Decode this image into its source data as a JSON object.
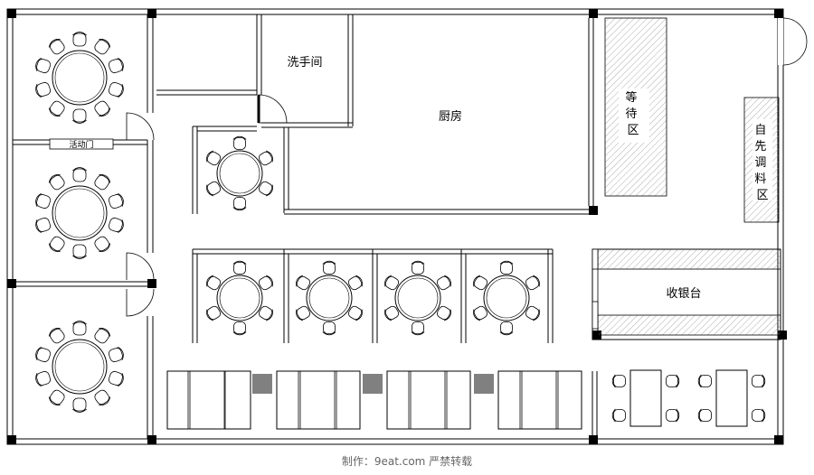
{
  "labels": {
    "washroom": "洗手间",
    "kitchen": "厨房",
    "waiting_area": "等\n待\n区",
    "seasoning_area": "自\n先\n调\n料\n区",
    "cashier": "收银台",
    "movable_door": "活动门"
  },
  "footer": "制作：9eat.com 严禁转载",
  "colors": {
    "wall": "#000000",
    "hatch": "#999999",
    "chair_fill": "#ffffff",
    "booth_divider": "#808080"
  }
}
